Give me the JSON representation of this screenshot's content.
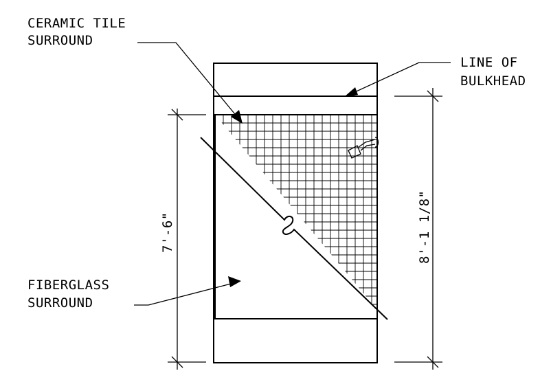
{
  "labels": {
    "ceramic_line1": "CERAMIC TILE",
    "ceramic_line2": "SURROUND",
    "bulkhead_line1": "LINE OF",
    "bulkhead_line2": "BULKHEAD",
    "fiberglass_line1": "FIBERGLASS",
    "fiberglass_line2": "SURROUND"
  },
  "dimensions": {
    "left": "7'-6\"",
    "right": "8'-1 1/8\""
  },
  "colors": {
    "line": "#000000",
    "background": "#ffffff"
  }
}
